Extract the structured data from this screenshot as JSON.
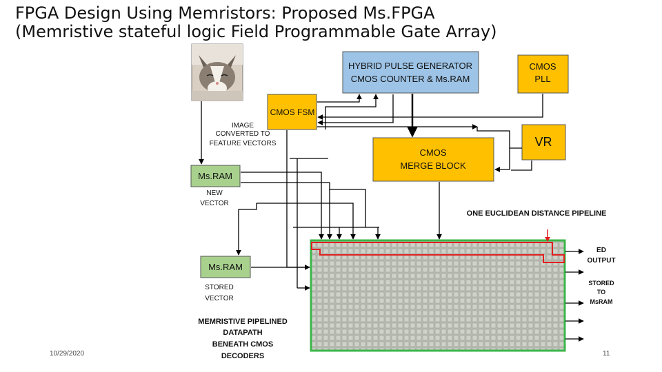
{
  "slide": {
    "title_line1": "FPGA Design Using Memristors: Proposed Ms.FPGA",
    "title_line2": "(Memristive stateful logic Field Programmable Gate Array)",
    "date": "10/29/2020",
    "page_number": "11"
  },
  "diagram": {
    "colors": {
      "blue_block": "#9dc3e6",
      "orange_block": "#ffc000",
      "green_block": "#a9d18e",
      "array_border": "#3bb54a",
      "pipeline_red": "#e02020"
    },
    "blocks": {
      "hybrid_line1": "HYBRID PULSE GENERATOR",
      "hybrid_line2": "CMOS COUNTER & Ms.RAM",
      "cmos_pll_line1": "CMOS",
      "cmos_pll_line2": "PLL",
      "cmos_fsm": "CMOS FSM",
      "vr": "VR",
      "merge_line1": "CMOS",
      "merge_line2": "MERGE BLOCK",
      "msram_new": "Ms.RAM",
      "msram_stored": "Ms.RAM"
    },
    "labels": {
      "image_line1": "IMAGE",
      "image_line2": "CONVERTED TO",
      "image_line3": "FEATURE VECTORS",
      "new_line1": "NEW",
      "new_line2": "VECTOR",
      "stored_line1": "STORED",
      "stored_line2": "VECTOR",
      "pipeline": "ONE EUCLIDEAN DISTANCE PIPELINE",
      "ed_line1": "ED",
      "ed_line2": "OUTPUT",
      "st_line1": "STORED",
      "st_line2": "TO",
      "st_line3": "MsRAM",
      "datapath_line1": "MEMRISTIVE PIPELINED",
      "datapath_line2": "DATAPATH",
      "datapath_line3": "BENEATH CMOS",
      "datapath_line4": "DECODERS"
    },
    "image_icon": "cat-photo"
  }
}
